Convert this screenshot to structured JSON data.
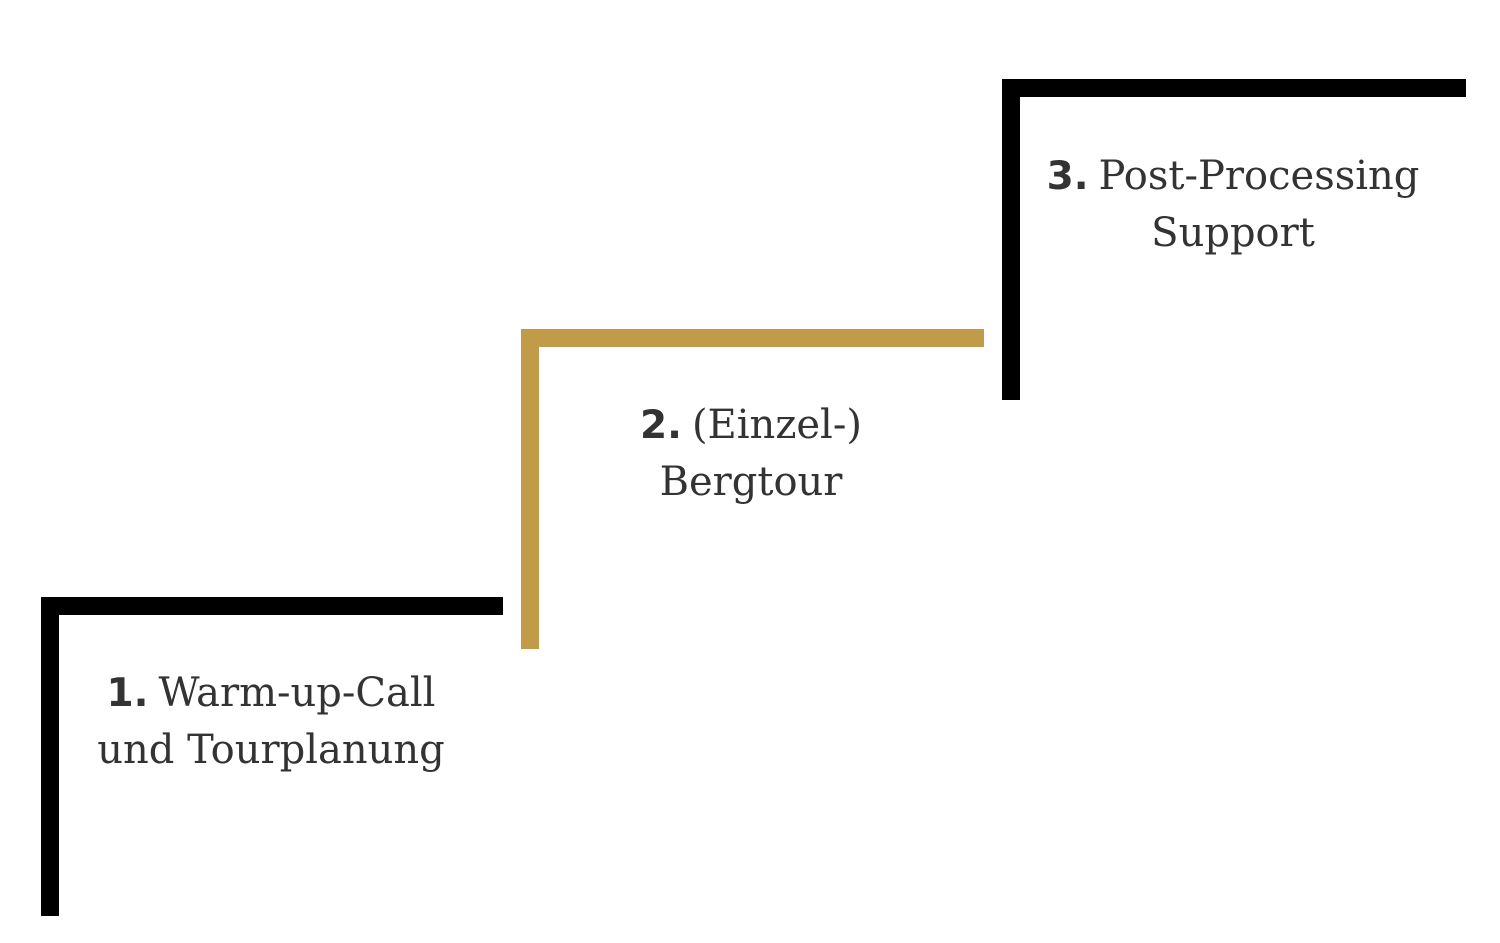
{
  "steps": [
    {
      "number": "1.",
      "line1": "Warm-up-Call",
      "line2": "und Tourplanung",
      "color": "#000000"
    },
    {
      "number": "2.",
      "line1": "(Einzel-)",
      "line2": "Bergtour",
      "color": "#c29b48"
    },
    {
      "number": "3.",
      "line1": "Post-Processing",
      "line2": "Support",
      "color": "#000000"
    }
  ],
  "text_color": "#333333"
}
